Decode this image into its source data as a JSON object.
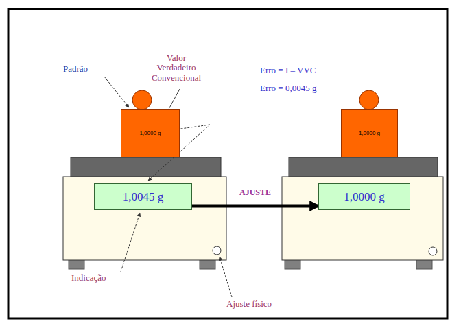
{
  "diagram": {
    "nodes": [
      {
        "text": [
          "1,0000 g"
        ]
      },
      {
        "text": [
          "1,0045 g"
        ]
      },
      {
        "text": [
          "1,0000 g"
        ]
      },
      {
        "text": [
          "1,0000 g"
        ]
      }
    ],
    "edges": [
      {
        "from": 1,
        "to": 3,
        "arrow": "to",
        "label": "AJUSTE"
      }
    ],
    "labels": [
      "Padrão",
      "Valor Verdadeiro Convencional",
      "Erro = I – VVC",
      "Erro = 0,0045 g",
      "Indicação",
      "Ajuste físico"
    ]
  }
}
